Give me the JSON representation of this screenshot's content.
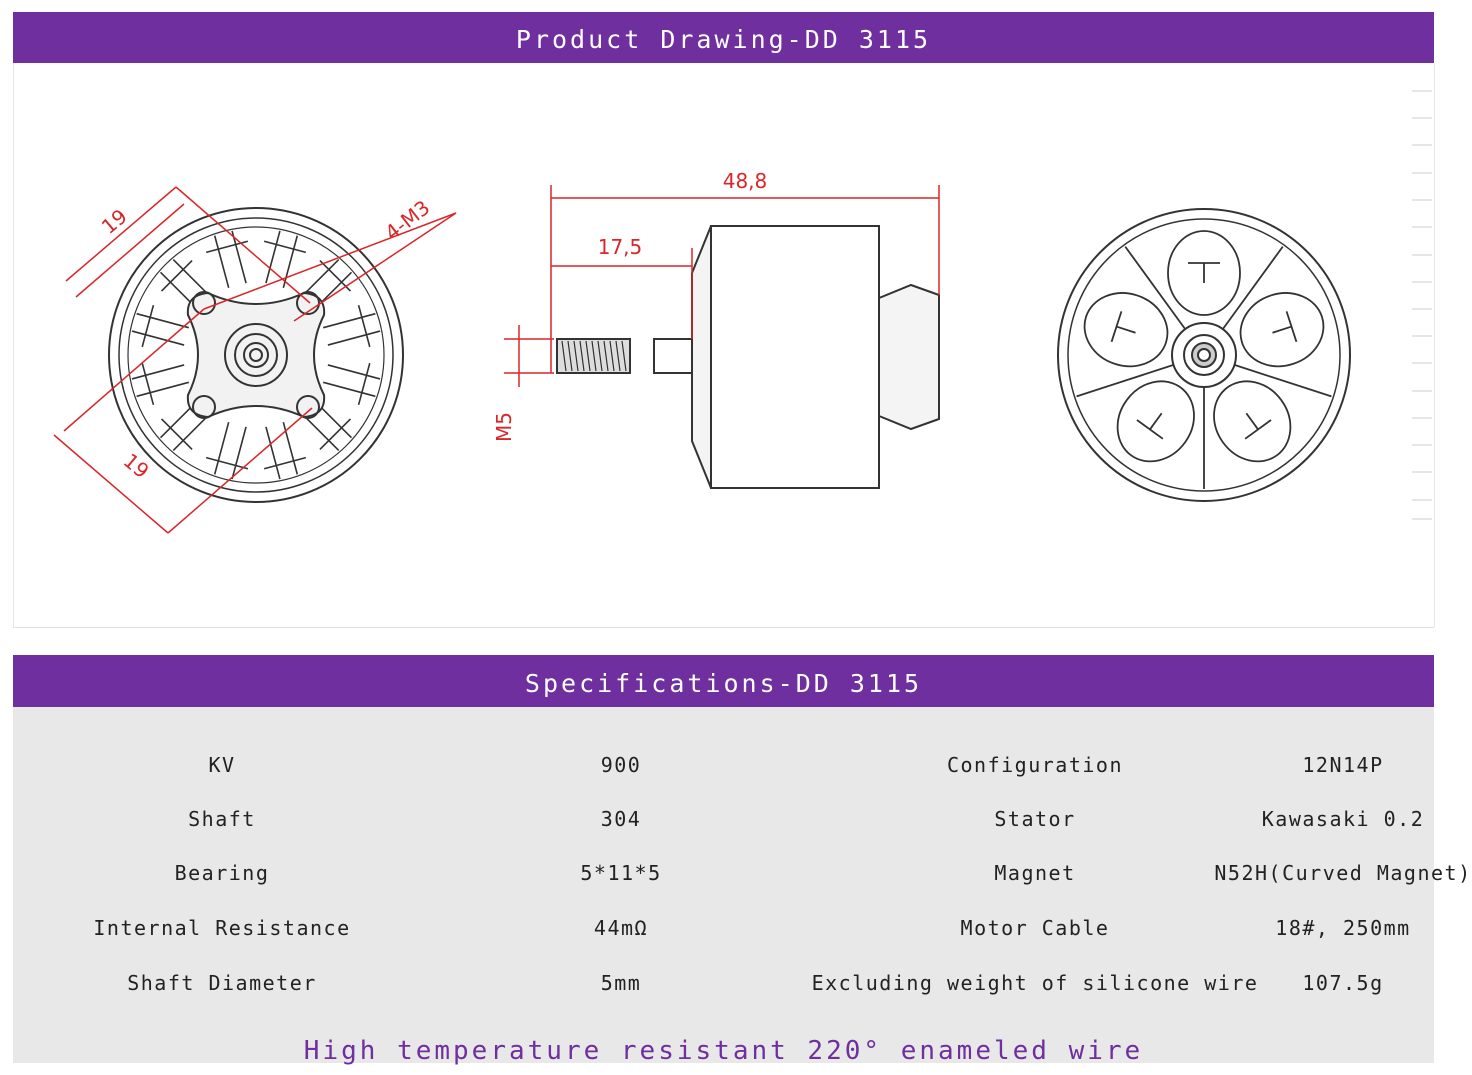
{
  "drawing": {
    "title": "Product Drawing-DD 3115",
    "dimensions": {
      "front_top": "19",
      "front_bottom": "19",
      "front_holes": "4-M3",
      "side_length": "48,8",
      "side_shaft": "17,5",
      "side_thread": "M5"
    }
  },
  "specs": {
    "title": "Specifications-DD 3115",
    "rows": [
      {
        "label": "KV",
        "value": "900",
        "label2": "Configuration",
        "value2": "12N14P"
      },
      {
        "label": "Shaft",
        "value": "304",
        "label2": "Stator",
        "value2": "Kawasaki 0.2"
      },
      {
        "label": "Bearing",
        "value": "5*11*5",
        "label2": "Magnet",
        "value2": "N52H(Curved Magnet)"
      },
      {
        "label": "Internal Resistance",
        "value": "44mΩ",
        "label2": "Motor Cable",
        "value2": "18#, 250mm"
      },
      {
        "label": "Shaft Diameter",
        "value": "5mm",
        "label2": "Excluding weight of silicone wire",
        "value2": "107.5g"
      }
    ],
    "note": "High temperature resistant 220° enameled wire"
  },
  "colors": {
    "banner": "#6f2f9f",
    "dimension": "#d9262a",
    "panel": "#e8e8e8"
  }
}
